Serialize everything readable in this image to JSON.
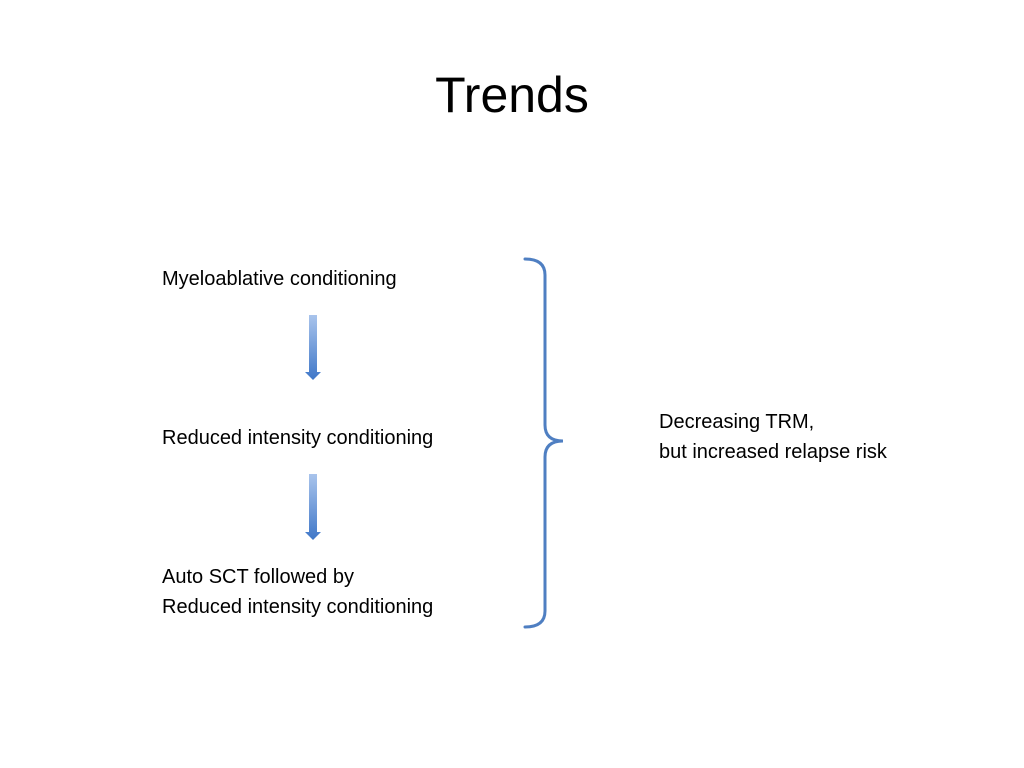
{
  "slide": {
    "title": "Trends",
    "steps": [
      {
        "lines": [
          "Myeloablative conditioning"
        ]
      },
      {
        "lines": [
          "Reduced intensity conditioning"
        ]
      },
      {
        "lines": [
          "Auto SCT followed by",
          "Reduced intensity conditioning"
        ]
      }
    ],
    "result": {
      "lines": [
        "Decreasing TRM,",
        "but increased relapse risk"
      ]
    }
  },
  "colors": {
    "arrow_top": "#a9c4ec",
    "arrow_bottom": "#3f77c8",
    "brace": "#4f7fc2"
  }
}
